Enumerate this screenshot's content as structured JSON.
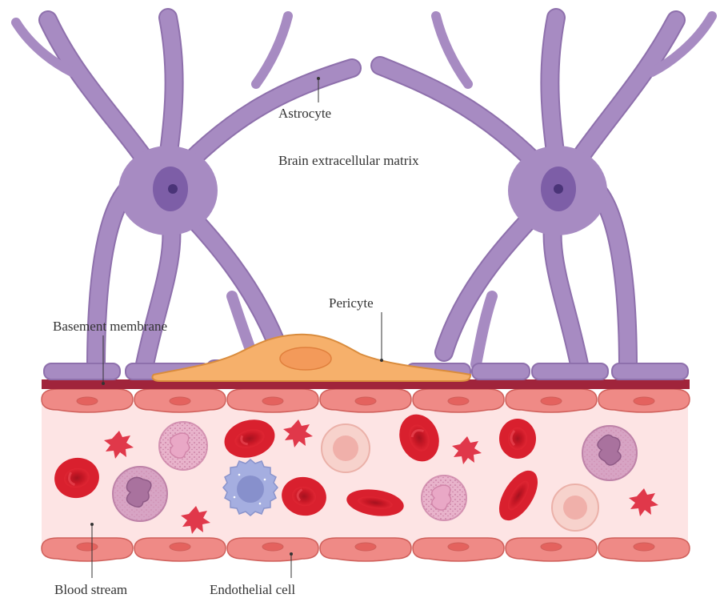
{
  "labels": {
    "astrocyte": "Astrocyte",
    "brain_ecm": "Brain extracellular matrix",
    "pericyte": "Pericyte",
    "basement_membrane": "Basement membrane",
    "blood_stream": "Blood stream",
    "endothelial_cell": "Endothelial cell"
  },
  "colors": {
    "astrocyte_fill": "#a78bc2",
    "astrocyte_stroke": "#8e70ac",
    "astrocyte_nucleus": "#7d5ea7",
    "astrocyte_nucleolus": "#4a3478",
    "pericyte_fill": "#f6b06b",
    "pericyte_stroke": "#d98c3d",
    "basement_membrane": "#a0243b",
    "endothelium_fill": "#ef8a86",
    "endothelium_stroke": "#cf5f5a",
    "endothelium_nucleus": "#e4625e",
    "lumen": "#fde3e3",
    "red_blood_cell": "#d9202e",
    "platelet": "#e0384a",
    "neutrophil": "#d7a0be",
    "lymphocyte": "#f6c8c3",
    "basophil": "#a5aee0"
  }
}
